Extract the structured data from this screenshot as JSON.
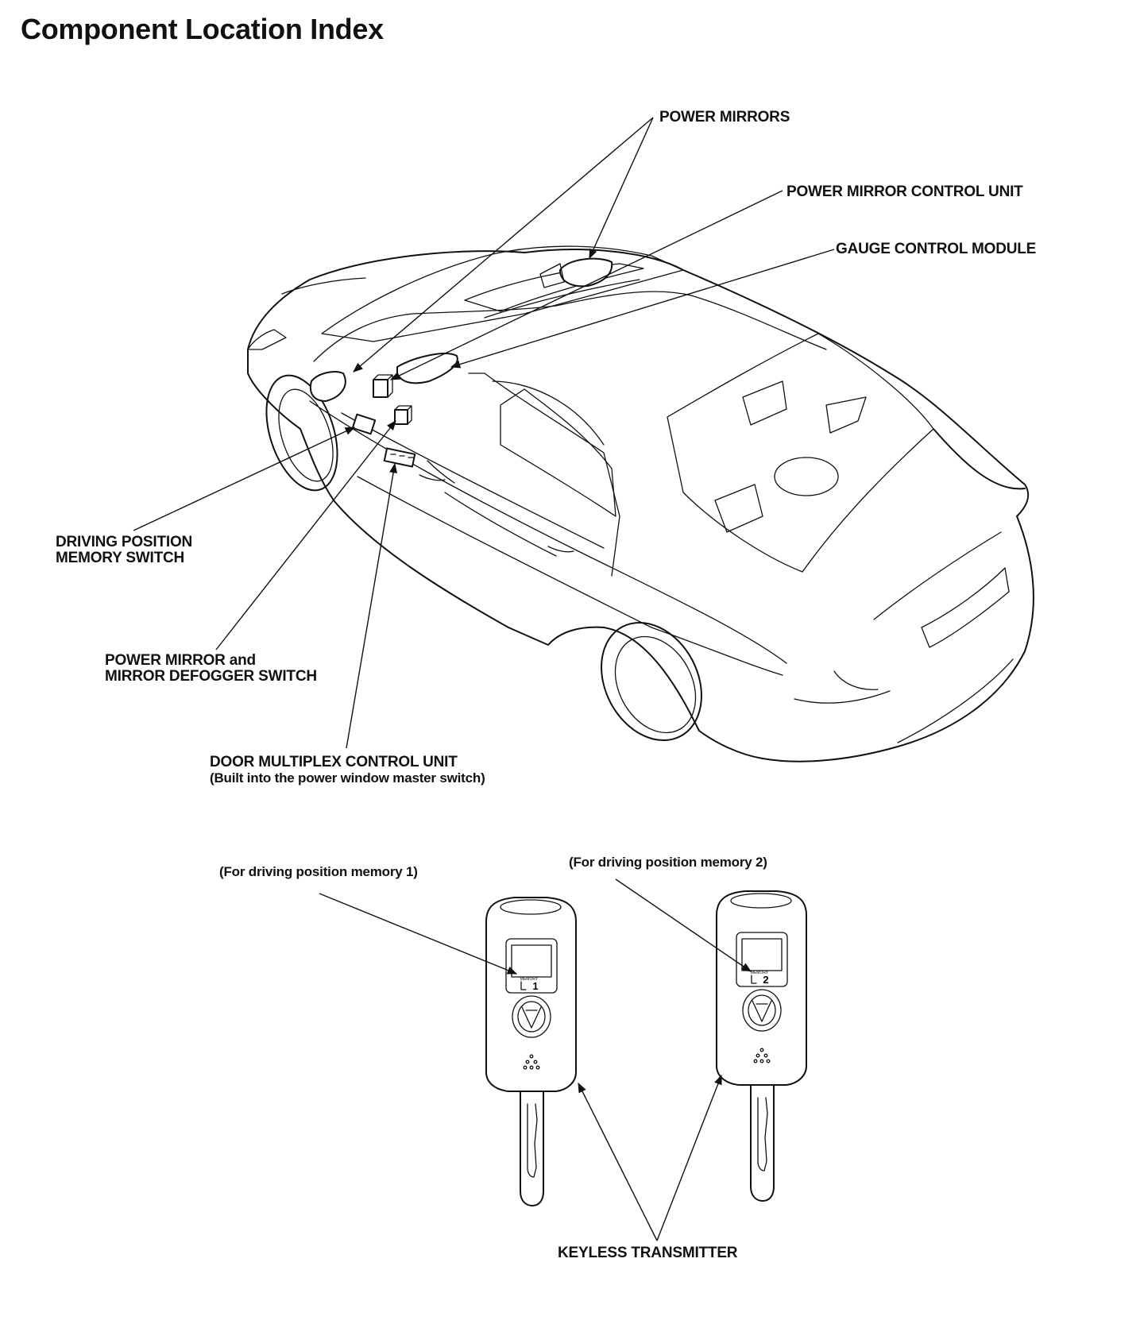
{
  "page": {
    "title": "Component Location Index"
  },
  "labels": {
    "power_mirrors": "POWER MIRRORS",
    "power_mirror_control_unit": "POWER MIRROR CONTROL UNIT",
    "gauge_control_module": "GAUGE CONTROL MODULE",
    "driving_position_memory_switch": [
      "DRIVING POSITION",
      "MEMORY SWITCH"
    ],
    "power_mirror_defogger_switch": [
      "POWER MIRROR and",
      "MIRROR DEFOGGER SWITCH"
    ],
    "door_multiplex_control_unit": [
      "DOOR MULTIPLEX CONTROL UNIT",
      "(Built into the power window master switch)"
    ],
    "memory_1": "(For driving position memory 1)",
    "memory_2": "(For driving position memory 2)",
    "keyless_transmitter": "KEYLESS TRANSMITTER"
  },
  "transmitters": [
    {
      "memory_label": "MEMORY",
      "number": "1"
    },
    {
      "memory_label": "MEMORY",
      "number": "2"
    }
  ]
}
